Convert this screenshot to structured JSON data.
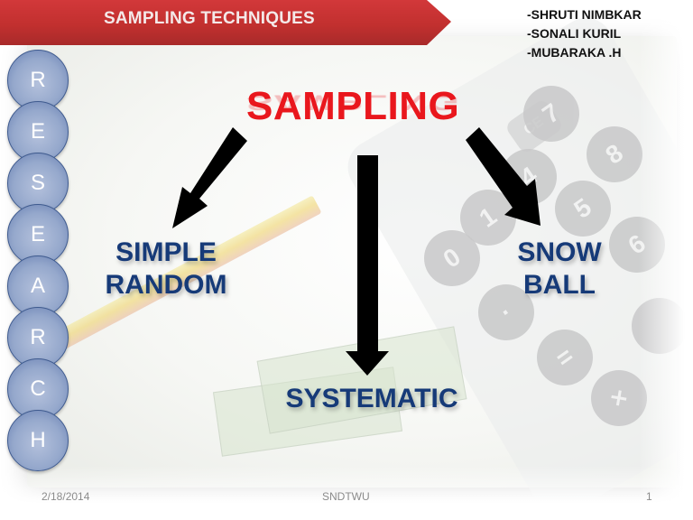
{
  "header": {
    "title": "SAMPLING TECHNIQUES",
    "banner_color": "#c2302f"
  },
  "authors": [
    "-SHRUTI NIMBKAR",
    "-SONALI KURIL",
    "-MUBARAKA .H"
  ],
  "sidebar": {
    "word": "RESEARCH",
    "letters": [
      "R",
      "E",
      "S",
      "E",
      "A",
      "R",
      "C",
      "H"
    ],
    "bubble_color": "#95a8cc"
  },
  "diagram": {
    "root": "SAMPLING",
    "root_color": "#e9171d",
    "branch_color": "#163a78",
    "branches": [
      {
        "line1": "SIMPLE",
        "line2": "RANDOM"
      },
      {
        "line1": "SYSTEMATIC"
      },
      {
        "line1": "SNOW",
        "line2": "BALL"
      }
    ]
  },
  "background": {
    "calculator_keys": [
      "7",
      "8",
      "4",
      "5",
      "1",
      "6",
      "0",
      "·",
      "=",
      "×",
      "CE"
    ]
  },
  "footer": {
    "date": "2/18/2014",
    "center": "SNDTWU",
    "page_number": "1"
  }
}
